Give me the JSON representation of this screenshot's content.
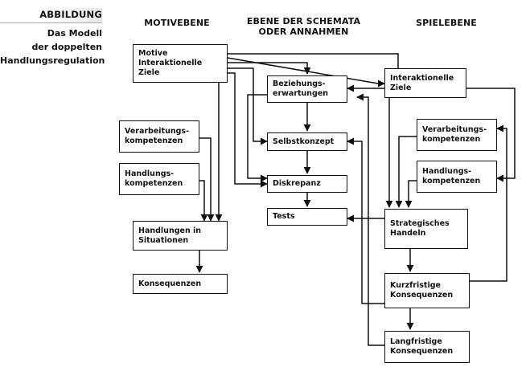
{
  "figure": {
    "tag": "ABBILDUNG",
    "caption": "Das Modell\nder doppelten\nHandlungsregulation"
  },
  "columns": {
    "motive": "MOTIVEBENE",
    "schemata": "EBENE DER SCHEMATA\nODER ANNAHMEN",
    "spiel": "SPIELEBENE"
  },
  "boxes": {
    "motive_ziele": "Motive\nInteraktionelle Ziele",
    "verarbeitung_left": "Verarbeitungs-\nkompetenzen",
    "handlung_left": "Handlungs-\nkompetenzen",
    "handlungen_situationen": "Handlungen in\nSituationen",
    "konsequenzen": "Konsequenzen",
    "beziehungs": "Beziehungs-\nerwartungen",
    "selbstkonzept": "Selbstkonzept",
    "diskrepanz": "Diskrepanz",
    "tests": "Tests",
    "interaktionelle_ziele": "Interaktionelle\nZiele",
    "verarbeitung_right": "Verarbeitungs-\nkompetenzen",
    "handlung_right": "Handlungs-\nkompetenzen",
    "strategisches": "Strategisches\nHandeln",
    "kurzfristige": "Kurzfristige\nKonsequenzen",
    "langfristige": "Langfristige\nKonsequenzen"
  }
}
